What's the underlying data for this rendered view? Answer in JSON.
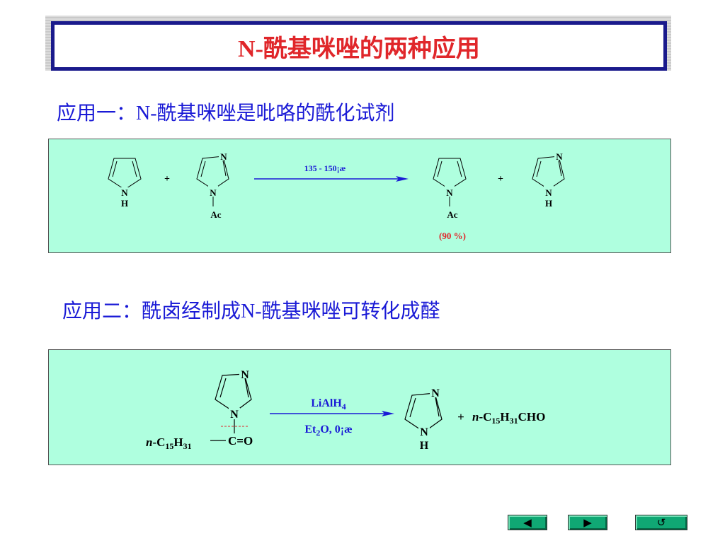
{
  "title": "N-酰基咪唑的两种应用",
  "section1": {
    "heading": "应用一：N-酰基咪唑是吡咯的酰化试剂",
    "reaction": {
      "pyrrole_N": "N",
      "pyrrole_H": "H",
      "plus1": "+",
      "acylimidazole_N_top": "N",
      "acylimidazole_N": "N",
      "acylimidazole_Ac": "Ac",
      "conditions": "135 - 150¡æ",
      "product_N": "N",
      "product_Ac": "Ac",
      "yield": "(90 %)",
      "plus2": "+",
      "imidazole_N_top": "N",
      "imidazole_N": "N",
      "imidazole_H": "H"
    }
  },
  "section2": {
    "heading": "应用二：酰卤经制成N-酰基咪唑可转化成醛",
    "reaction": {
      "reactant_N_top": "N",
      "reactant_N": "N",
      "alkyl_prefix": "n",
      "alkyl_chain": "-C",
      "alkyl_sub1": "15",
      "alkyl_H": "H",
      "alkyl_sub2": "31",
      "carbonyl": "C=O",
      "reagent_top": "LiAlH",
      "reagent_top_sub": "4",
      "reagent_bottom_a": "Et",
      "reagent_bottom_sub": "2",
      "reagent_bottom_b": "O, 0¡æ",
      "product_N_top": "N",
      "product_N": "N",
      "product_H": "H",
      "plus": "+",
      "aldehyde_prefix": "n",
      "aldehyde_a": "-C",
      "aldehyde_sub1": "15",
      "aldehyde_b": "H",
      "aldehyde_sub2": "31",
      "aldehyde_c": "CHO"
    }
  },
  "nav": {
    "prev_icon": "◀",
    "next_icon": "▶",
    "return_icon": "↺"
  },
  "colors": {
    "title": "#e0262a",
    "heading": "#1a1ad6",
    "panel": "#afffdf",
    "arrow": "#1a1ad6",
    "yield": "#e0262a",
    "dashed_bond": "#e0262a",
    "nav_button": "#10a874"
  }
}
